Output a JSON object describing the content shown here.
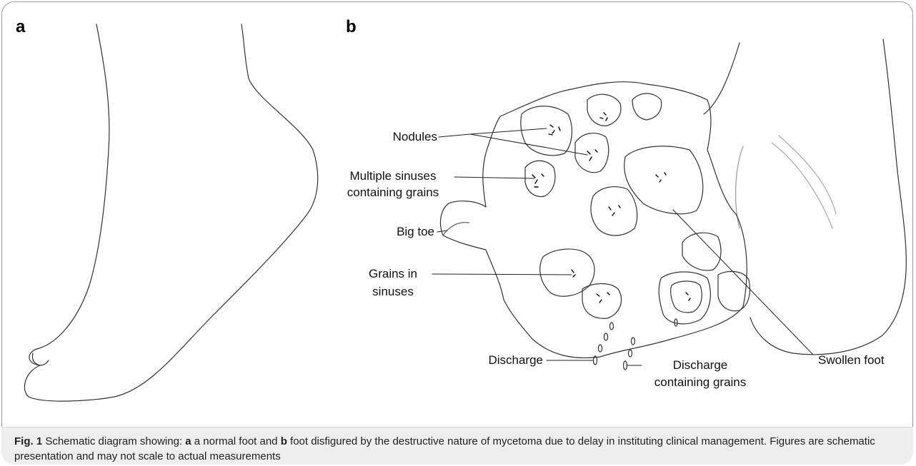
{
  "panels": {
    "a": "a",
    "b": "b"
  },
  "labels": {
    "nodules": "Nodules",
    "multiple_sinuses_line1": "Multiple sinuses",
    "multiple_sinuses_line2": "containing grains",
    "big_toe": "Big toe",
    "grains_line1": "Grains in",
    "grains_line2": "sinuses",
    "discharge": "Discharge",
    "discharge_grains_line1": "Discharge",
    "discharge_grains_line2": "containing grains",
    "swollen_foot": "Swollen foot"
  },
  "caption": {
    "fig": "Fig. 1",
    "part1": " Schematic diagram showing: ",
    "a": "a",
    "part2": " a normal foot and ",
    "b": "b",
    "part3": " foot disfigured by the destructive nature of mycetoma due to delay in instituting clinical management. Figures are schematic presentation and may not scale to actual measurements"
  }
}
